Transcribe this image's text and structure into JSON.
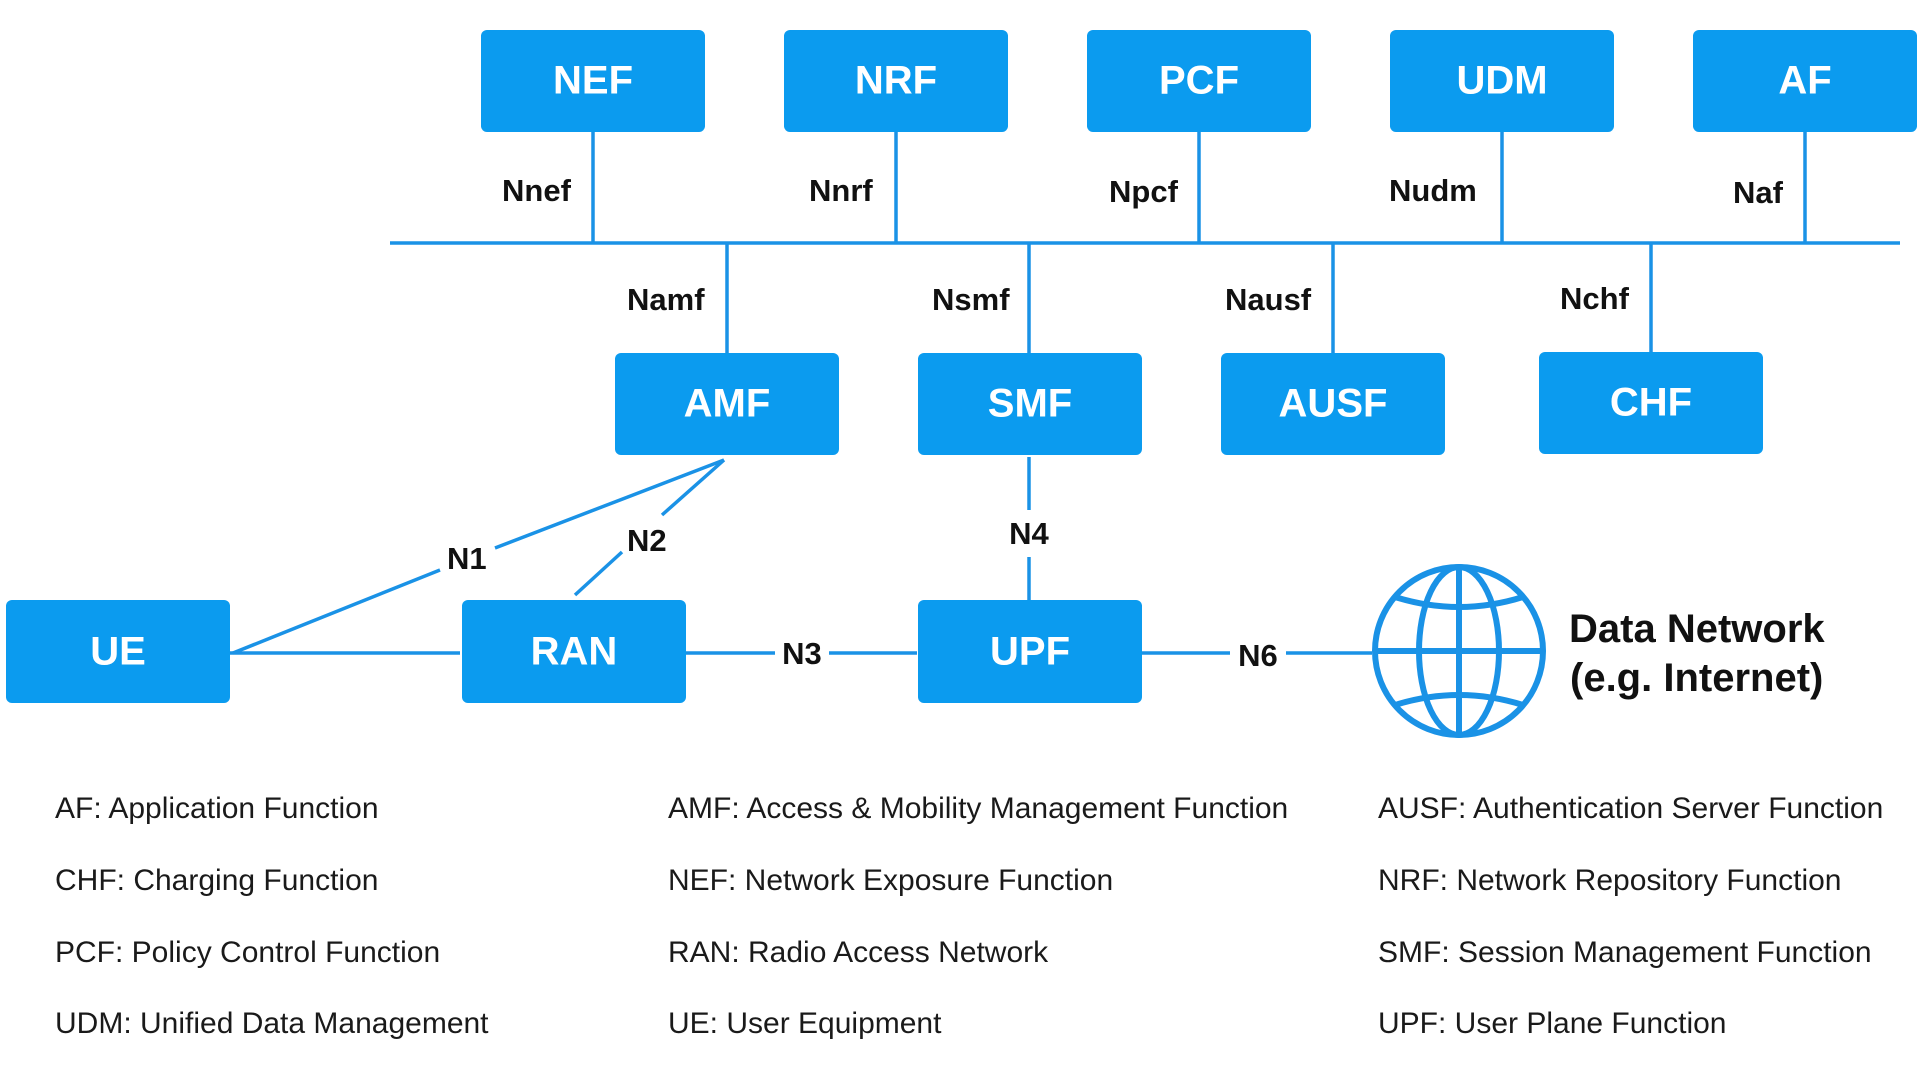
{
  "functions": {
    "nef": "NEF",
    "nrf": "NRF",
    "pcf": "PCF",
    "udm": "UDM",
    "af": "AF",
    "amf": "AMF",
    "smf": "SMF",
    "ausf": "AUSF",
    "chf": "CHF",
    "ue": "UE",
    "ran": "RAN",
    "upf": "UPF"
  },
  "interfaces": {
    "nnef": "Nnef",
    "nnrf": "Nnrf",
    "npcf": "Npcf",
    "nudm": "Nudm",
    "naf": "Naf",
    "namf": "Namf",
    "nsmf": "Nsmf",
    "nausf": "Nausf",
    "nchf": "Nchf",
    "n1": "N1",
    "n2": "N2",
    "n3": "N3",
    "n4": "N4",
    "n6": "N6"
  },
  "data_network": {
    "line1": "Data Network",
    "line2": "(e.g. Internet)",
    "icon": "globe-icon"
  },
  "legend": [
    "AF: Application Function",
    "AMF: Access & Mobility Management Function",
    "AUSF: Authentication Server Function",
    "CHF: Charging Function",
    "NEF: Network Exposure Function",
    "NRF: Network Repository Function",
    "PCF: Policy Control Function",
    "RAN: Radio Access Network",
    "SMF: Session Management Function",
    "UDM: Unified Data Management",
    "UE: User Equipment",
    "UPF: User Plane Function"
  ],
  "colors": {
    "accent": "#0b9bef",
    "line": "#1a92e6",
    "text": "#111111"
  }
}
